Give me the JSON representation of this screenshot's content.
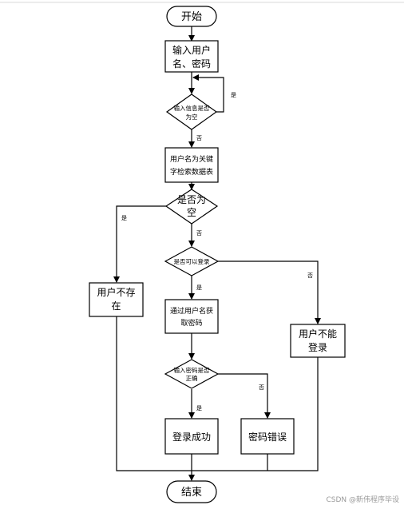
{
  "flowchart": {
    "nodes": {
      "start": "开始",
      "input": [
        "输入用户",
        "名、密码"
      ],
      "check_empty_input": [
        "输入信息是否",
        "为空"
      ],
      "lookup": [
        "用户名为关键",
        "字检索数据表"
      ],
      "check_empty_result": [
        "是否为",
        "空"
      ],
      "check_can_login": "是否可以登录",
      "user_not_exist": [
        "用户不存",
        "在"
      ],
      "get_password": [
        "通过用户名获",
        "取密码"
      ],
      "cannot_login": [
        "用户不能",
        "登录"
      ],
      "check_password": [
        "输入密码是否",
        "正确"
      ],
      "login_success": "登录成功",
      "password_error": "密码错误",
      "end": "结束"
    },
    "edge_labels": {
      "empty_input_yes": "是",
      "empty_input_no": "否",
      "empty_result_yes": "是",
      "empty_result_no": "否",
      "can_login_yes": "是",
      "can_login_no": "否",
      "password_yes": "是",
      "password_no": "否"
    }
  },
  "watermark": "CSDN @新伟程序毕设"
}
